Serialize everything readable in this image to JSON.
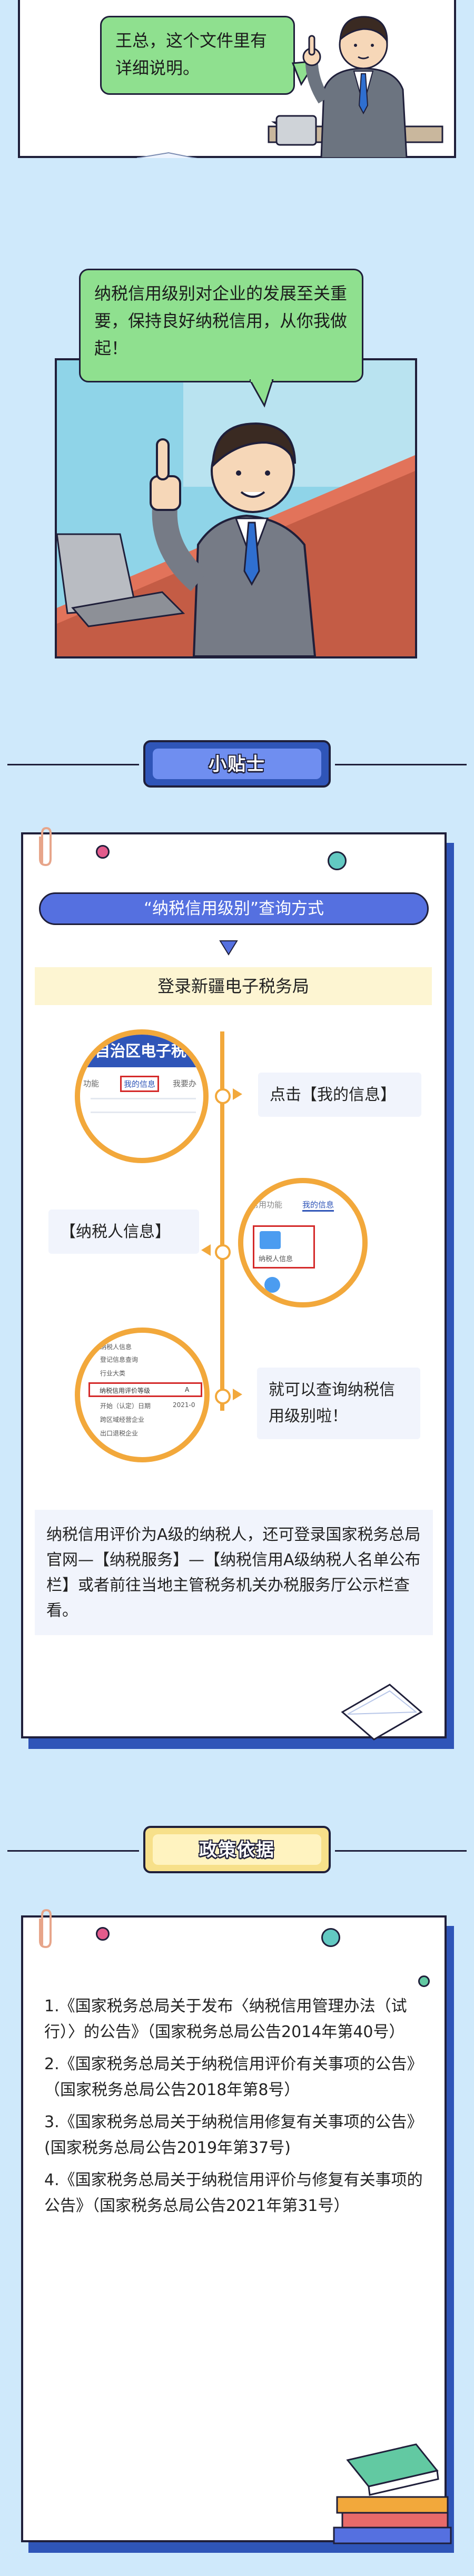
{
  "scene1": {
    "bubble": "王总，这个文件里有详细说明。"
  },
  "scene2": {
    "bubble": "纳税信用级别对企业的发展至关重要，保持良好纳税信用，从你我做起！"
  },
  "tips": {
    "badge": "小贴士",
    "query_title": "“纳税信用级别”查询方式",
    "login_label": "登录新疆电子税务局",
    "step1": "点击【我的信息】",
    "step2": "【纳税人信息】",
    "step3": "就可以查询纳税信用级别啦！",
    "screen1": {
      "header": "自治区电子税",
      "left": "功能",
      "mine": "我的信息",
      "right": "我要办"
    },
    "screen2": {
      "tab1": "常用功能",
      "tab2": "我的信息",
      "tile": "纳税人信息"
    },
    "screen3": {
      "rows": [
        "纳税人信息",
        "登记信息查询",
        "行业大类",
        "纳税信用评价等级",
        "开始（认定）日期",
        "跨区域经营企业",
        "出口退税企业"
      ],
      "col": "A",
      "date": "2021-0"
    },
    "note": "纳税信用评价为A级的纳税人，还可登录国家税务总局官网—【纳税服务】—【纳税信用A级纳税人名单公布栏】或者前往当地主管税务机关办税服务厅公示栏查看。"
  },
  "policy": {
    "badge": "政策依据",
    "items": [
      "1.《国家税务总局关于发布〈纳税信用管理办法（试行）〉的公告》（国家税务总局公告2014年第40号）",
      "2.《国家税务总局关于纳税信用评价有关事项的公告》（国家税务总局公告2018年第8号）",
      "3.《国家税务总局关于纳税信用修复有关事项的公告》(国家税务总局公告2019年第37号)",
      "4.《国家税务总局关于纳税信用评价与修复有关事项的公告》（国家税务总局公告2021年第31号）"
    ]
  },
  "colors": {
    "background": "#cfe9fb",
    "accent_blue": "#2f55b8",
    "bubble_green": "#8fe08f",
    "ring_orange": "#f2a83b",
    "badge_yellow": "#f7e08a"
  }
}
